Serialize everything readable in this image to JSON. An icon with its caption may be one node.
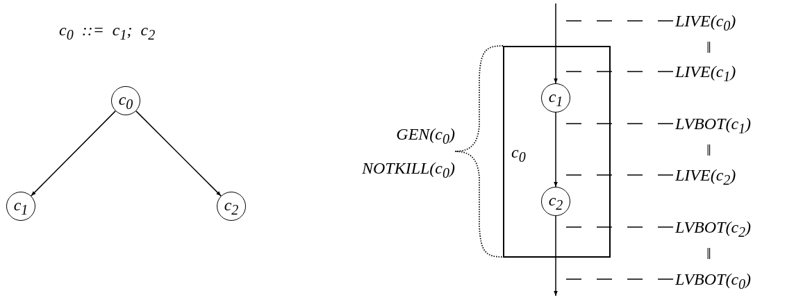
{
  "diagram": {
    "nodes": [
      {
        "text": [
          "c$_{0}$"
        ]
      },
      {
        "text": [
          "c$_{1}$"
        ]
      },
      {
        "text": [
          "c$_{2}$"
        ]
      },
      {
        "text": [
          "c$_{0}$"
        ]
      },
      {
        "text": [
          "c$_{1}$"
        ],
        "in": 3
      },
      {
        "text": [
          "c$_{2}$"
        ],
        "in": 3
      },
      {
        "text": [
          "LIVE(c$_{0}$)"
        ]
      },
      {
        "text": [
          "LIVE(c$_{1}$)"
        ]
      },
      {
        "text": [
          "LVBOT(c$_{1}$)"
        ]
      },
      {
        "text": [
          "LIVE(c$_{2}$)"
        ]
      },
      {
        "text": [
          "LVBOT(c$_{2}$)"
        ]
      },
      {
        "text": [
          "LVBOT(c$_{0}$)"
        ]
      }
    ],
    "edges": [
      {
        "from": 0,
        "to": 1,
        "arrow": "to"
      },
      {
        "from": 0,
        "to": 2,
        "arrow": "to"
      },
      {
        "from": null,
        "to": 4,
        "arrow": "to"
      },
      {
        "from": 4,
        "to": 5,
        "arrow": "to"
      },
      {
        "from": 5,
        "to": null,
        "arrow": "to"
      },
      {
        "from": 6,
        "to": null,
        "arrow": "none",
        "style": "dashed"
      },
      {
        "from": 7,
        "to": null,
        "arrow": "none",
        "style": "dashed"
      },
      {
        "from": 8,
        "to": null,
        "arrow": "none",
        "style": "dashed"
      },
      {
        "from": 9,
        "to": null,
        "arrow": "none",
        "style": "dashed"
      },
      {
        "from": 10,
        "to": null,
        "arrow": "none",
        "style": "dashed"
      },
      {
        "from": 11,
        "to": null,
        "arrow": "none",
        "style": "dashed"
      }
    ],
    "labels": [
      "c$_{0}$  ::=  c$_{1}$;  c$_{2}$",
      "‖",
      "GEN(c$_{0}$)",
      "‖",
      "NOTKILL(c$_{0}$)",
      "‖"
    ]
  }
}
